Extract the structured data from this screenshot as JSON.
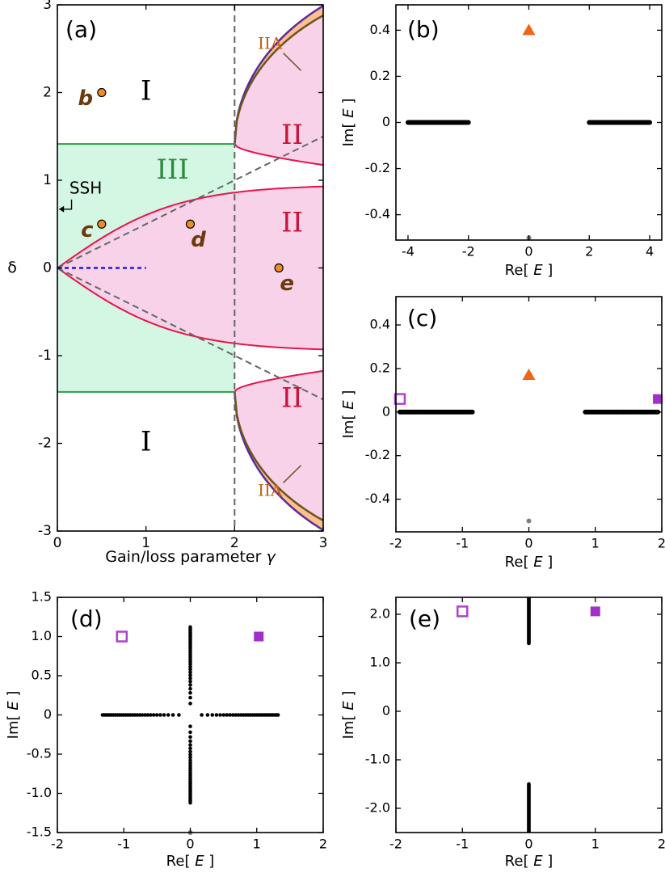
{
  "chart_data": [
    {
      "panel": "a",
      "type": "phase-diagram",
      "label": "(a)",
      "xlabel": "Gain/loss parameter γ",
      "ylabel": "δ",
      "xlim": [
        0,
        3
      ],
      "ylim": [
        -3,
        3
      ],
      "xticks": [
        "0",
        "1",
        "2",
        "3"
      ],
      "yticks": [
        "-3",
        "-2",
        "-1",
        "0",
        "1",
        "2",
        "3"
      ],
      "regions": [
        {
          "label": "I",
          "color": "#000000",
          "pos": [
            1,
            2
          ]
        },
        {
          "label": "I",
          "color": "#000000",
          "pos": [
            1,
            -2
          ]
        },
        {
          "label": "II",
          "color": "#c8143c",
          "pos": [
            2.65,
            1.5
          ]
        },
        {
          "label": "II",
          "color": "#c8143c",
          "pos": [
            2.65,
            0.5
          ]
        },
        {
          "label": "II",
          "color": "#c8143c",
          "pos": [
            2.65,
            -1.5
          ]
        },
        {
          "label": "III",
          "color": "#2e8b3e",
          "pos": [
            1.3,
            1.1
          ]
        }
      ],
      "annotations": {
        "ssh": "SSH",
        "iia_top": "IIA",
        "iia_bottom": "IIA"
      },
      "points": [
        {
          "label": "b",
          "x": 0.5,
          "y": 2.0
        },
        {
          "label": "c",
          "x": 0.5,
          "y": 0.5
        },
        {
          "label": "d",
          "x": 1.5,
          "y": 0.5
        },
        {
          "label": "e",
          "x": 2.5,
          "y": 0.0
        }
      ],
      "region_iii_bounds": {
        "delta": 1.414,
        "gamma_max": 2
      },
      "colors": {
        "region_iii": "#d3f7e3",
        "region_ii": "#f7d2e8",
        "region_iia": "#fbc08c",
        "boundary": "#e8144a",
        "iii_edge": "#2e9b48",
        "purple": "#5a2aa0",
        "olive": "#6b5320",
        "points": "#f08c28",
        "point_labels": "#6b3a0c",
        "ssh_line": "#1a1ae6"
      }
    },
    {
      "panel": "b",
      "type": "scatter",
      "label": "(b)",
      "xlabel": "Re[E]",
      "ylabel": "Im[E]",
      "xlim": [
        -4.4,
        4.4
      ],
      "ylim": [
        -0.51,
        0.51
      ],
      "xticks": [
        "-4",
        "-2",
        "0",
        "2",
        "4"
      ],
      "yticks": [
        "-0.4",
        "-0.2",
        "0",
        "0.2",
        "0.4"
      ],
      "bands": [
        {
          "x": [
            -4,
            -2
          ],
          "y": 0
        },
        {
          "x": [
            2,
            4
          ],
          "y": 0
        }
      ],
      "markers": [
        {
          "shape": "triangle",
          "x": 0,
          "y": 0.4,
          "color": "#f06418"
        },
        {
          "shape": "dot",
          "x": 0,
          "y": -0.5,
          "color": "#808080"
        }
      ]
    },
    {
      "panel": "c",
      "type": "scatter",
      "label": "(c)",
      "xlabel": "Re[E]",
      "ylabel": "Im[E]",
      "xlim": [
        -2,
        2
      ],
      "ylim": [
        -0.55,
        0.53
      ],
      "xticks": [
        "-2",
        "-1",
        "0",
        "1",
        "2"
      ],
      "yticks": [
        "-0.4",
        "-0.2",
        "0",
        "0.2",
        "0.4"
      ],
      "bands": [
        {
          "x": [
            -1.94,
            -0.85
          ],
          "y": 0
        },
        {
          "x": [
            0.85,
            1.94
          ],
          "y": 0
        }
      ],
      "markers": [
        {
          "shape": "triangle",
          "x": 0,
          "y": 0.17,
          "color": "#f06418"
        },
        {
          "shape": "open-square",
          "x": -1.94,
          "y": 0.06,
          "color": "#b040d0"
        },
        {
          "shape": "filled-square",
          "x": 1.94,
          "y": 0.06,
          "color": "#a030c8"
        },
        {
          "shape": "dot",
          "x": 0,
          "y": -0.5,
          "color": "#808080"
        }
      ]
    },
    {
      "panel": "d",
      "type": "scatter",
      "label": "(d)",
      "xlabel": "Re[E]",
      "ylabel": "Im[E]",
      "xlim": [
        -2,
        2
      ],
      "ylim": [
        -1.5,
        1.5
      ],
      "xticks": [
        "-2",
        "-1",
        "0",
        "1",
        "2"
      ],
      "yticks": [
        "-1.5",
        "-1.0",
        "-0.5",
        "0",
        "0.5",
        "1.0",
        "1.5"
      ],
      "bands": [
        {
          "x": [
            -1.32,
            1.32
          ],
          "y": 0,
          "orient": "h"
        },
        {
          "y": [
            -1.12,
            1.12
          ],
          "x": 0,
          "orient": "v"
        }
      ],
      "markers": [
        {
          "shape": "open-square",
          "x": -1.03,
          "y": 1.0,
          "color": "#b040d0"
        },
        {
          "shape": "filled-square",
          "x": 1.03,
          "y": 1.0,
          "color": "#a030c8"
        },
        {
          "shape": "dot",
          "x": 0,
          "y": -1.5,
          "color": "#808080"
        }
      ]
    },
    {
      "panel": "e",
      "type": "scatter",
      "label": "(e)",
      "xlabel": "Re[E]",
      "ylabel": "Im[E]",
      "xlim": [
        -2,
        2
      ],
      "ylim": [
        -2.5,
        2.35
      ],
      "xticks": [
        "-2",
        "-1",
        "0",
        "1",
        "2"
      ],
      "yticks": [
        "-2.0",
        "-1.0",
        "0",
        "1.0",
        "2.0"
      ],
      "bands": [
        {
          "y": [
            1.4,
            2.35
          ],
          "x": 0,
          "orient": "v"
        },
        {
          "y": [
            -2.5,
            -1.5
          ],
          "x": 0,
          "orient": "v"
        }
      ],
      "markers": [
        {
          "shape": "open-square",
          "x": -1.0,
          "y": 2.06,
          "color": "#b040d0"
        },
        {
          "shape": "filled-square",
          "x": 1.0,
          "y": 2.06,
          "color": "#a030c8"
        }
      ]
    }
  ]
}
